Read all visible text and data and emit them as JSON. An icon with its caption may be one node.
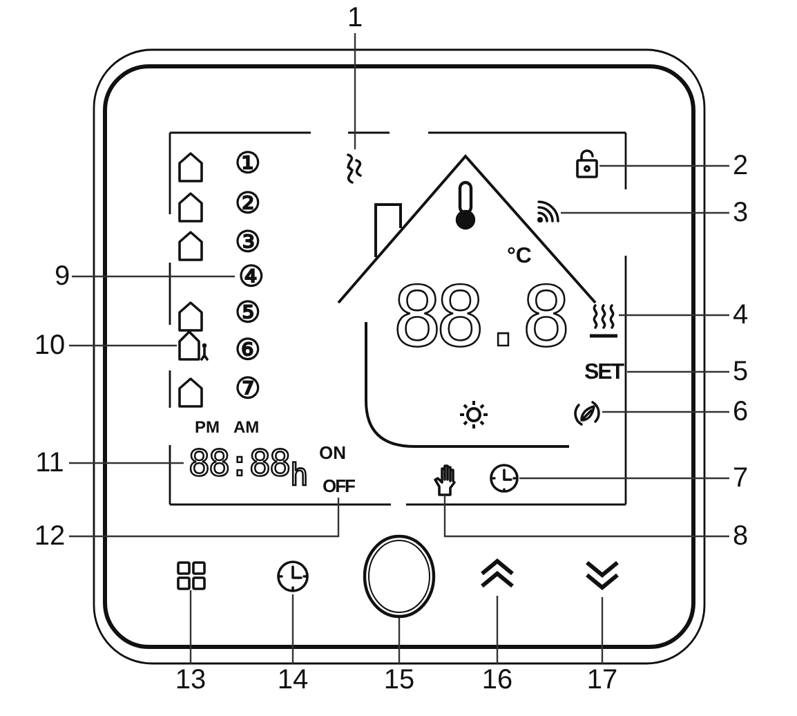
{
  "diagram": {
    "nodes": [
      {
        "text": [
          "1"
        ]
      },
      {
        "text": [],
        "shape": "icon"
      },
      {
        "text": [
          "2"
        ]
      },
      {
        "text": [],
        "shape": "icon"
      },
      {
        "text": [
          "3"
        ]
      },
      {
        "text": [],
        "shape": "icon"
      },
      {
        "text": [
          "4"
        ]
      },
      {
        "text": [],
        "shape": "icon"
      },
      {
        "text": [
          "5"
        ]
      },
      {
        "text": [
          "SET"
        ]
      },
      {
        "text": [
          "6"
        ]
      },
      {
        "text": [],
        "shape": "icon"
      },
      {
        "text": [
          "7"
        ]
      },
      {
        "text": [],
        "shape": "icon"
      },
      {
        "text": [
          "8"
        ]
      },
      {
        "text": [],
        "shape": "icon"
      },
      {
        "text": [
          "9"
        ]
      },
      {
        "text": [
          "④"
        ]
      },
      {
        "text": [
          "10"
        ]
      },
      {
        "text": [],
        "shape": "icon"
      },
      {
        "text": [
          "11"
        ]
      },
      {
        "text": [
          "88:88"
        ]
      },
      {
        "text": [
          "12"
        ]
      },
      {
        "text": [
          "OFF"
        ]
      },
      {
        "text": [
          "13"
        ]
      },
      {
        "text": [],
        "shape": "icon"
      },
      {
        "text": [
          "14"
        ]
      },
      {
        "text": [],
        "shape": "icon"
      },
      {
        "text": [
          "15"
        ]
      },
      {
        "text": [],
        "shape": "circle"
      },
      {
        "text": [
          "16"
        ]
      },
      {
        "text": [],
        "shape": "icon"
      },
      {
        "text": [
          "17"
        ]
      },
      {
        "text": [],
        "shape": "icon"
      }
    ],
    "edges": [
      {
        "from": 0,
        "to": 1,
        "arrow": "none"
      },
      {
        "from": 2,
        "to": 3,
        "arrow": "none"
      },
      {
        "from": 4,
        "to": 5,
        "arrow": "none"
      },
      {
        "from": 6,
        "to": 7,
        "arrow": "none"
      },
      {
        "from": 8,
        "to": 9,
        "arrow": "none"
      },
      {
        "from": 10,
        "to": 11,
        "arrow": "none"
      },
      {
        "from": 12,
        "to": 13,
        "arrow": "none"
      },
      {
        "from": 14,
        "to": 15,
        "arrow": "none"
      },
      {
        "from": 16,
        "to": 17,
        "arrow": "none"
      },
      {
        "from": 18,
        "to": 19,
        "arrow": "none"
      },
      {
        "from": 20,
        "to": 21,
        "arrow": "none"
      },
      {
        "from": 22,
        "to": 23,
        "arrow": "none"
      },
      {
        "from": 24,
        "to": 25,
        "arrow": "none"
      },
      {
        "from": 26,
        "to": 27,
        "arrow": "none"
      },
      {
        "from": 28,
        "to": 29,
        "arrow": "none"
      },
      {
        "from": 30,
        "to": 31,
        "arrow": "none"
      },
      {
        "from": 32,
        "to": 33,
        "arrow": "none"
      }
    ],
    "labels": [
      "①",
      "②",
      "③",
      "⑤",
      "⑥",
      "⑦",
      "°C",
      "88.8",
      "PM",
      "AM",
      "ON",
      "h"
    ]
  }
}
